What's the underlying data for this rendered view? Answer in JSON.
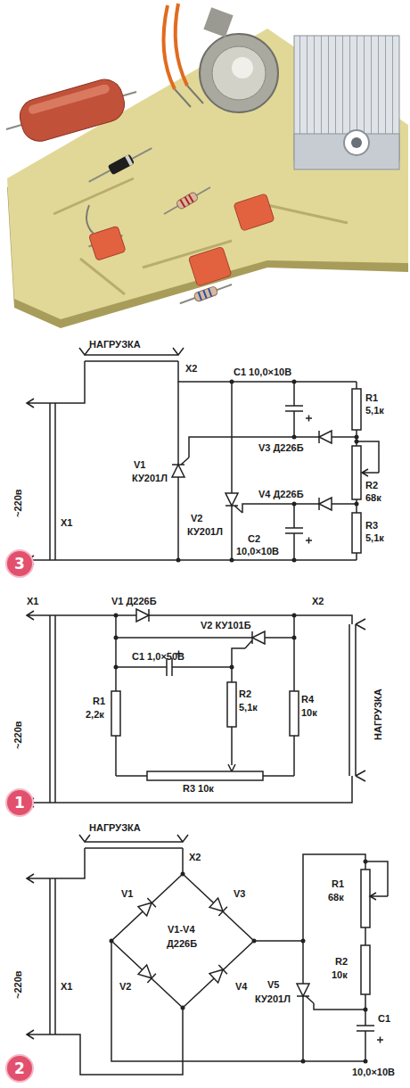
{
  "diagram": {
    "nodes": [
      {
        "text": [
          "3"
        ]
      },
      {
        "text": [
          "1"
        ]
      },
      {
        "text": [
          "2"
        ]
      }
    ],
    "labels": [
      "НАГРУЗКА",
      "X2",
      "C1 10,0×10В",
      "R1",
      "5,1к",
      "~220в",
      "X1",
      "V1",
      "КУ201Л",
      "V3 Д226Б",
      "R2",
      "68к",
      "V2",
      "КУ201Л",
      "V4 Д226Б",
      "C2",
      "10,0×10В",
      "R3",
      "5,1к",
      "X1",
      "V1 Д226Б",
      "X2",
      "~220в",
      "V2 КУ101Б",
      "C1 1,0×50В",
      "R1",
      "2,2к",
      "R2",
      "5,1к",
      "R4",
      "10к",
      "НАГРУЗКА",
      "R3 10к",
      "НАГРУЗКА",
      "X2",
      "R1",
      "68к",
      "~220в",
      "X1",
      "V1",
      "V3",
      "V1-V4",
      "Д226Б",
      "V2",
      "V4",
      "R2",
      "10к",
      "V5",
      "КУ201Л",
      "C1",
      "10,0×10В"
    ]
  }
}
